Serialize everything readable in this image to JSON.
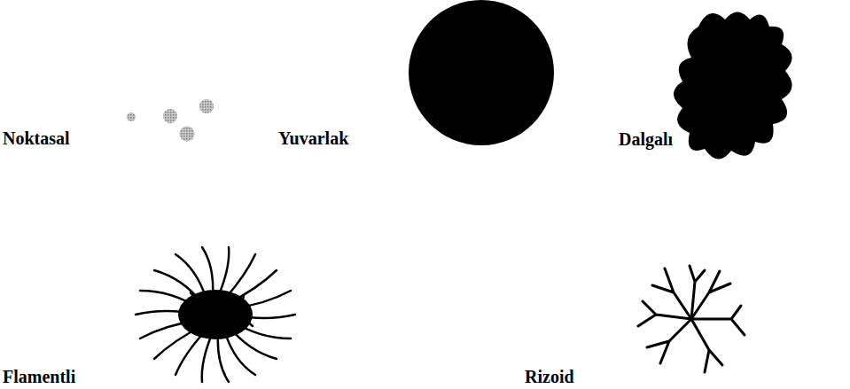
{
  "diagram": {
    "labels": [
      "Noktasal",
      "Yuvarlak",
      "Dalgalı",
      "Flamentli",
      "Rizoid"
    ]
  }
}
